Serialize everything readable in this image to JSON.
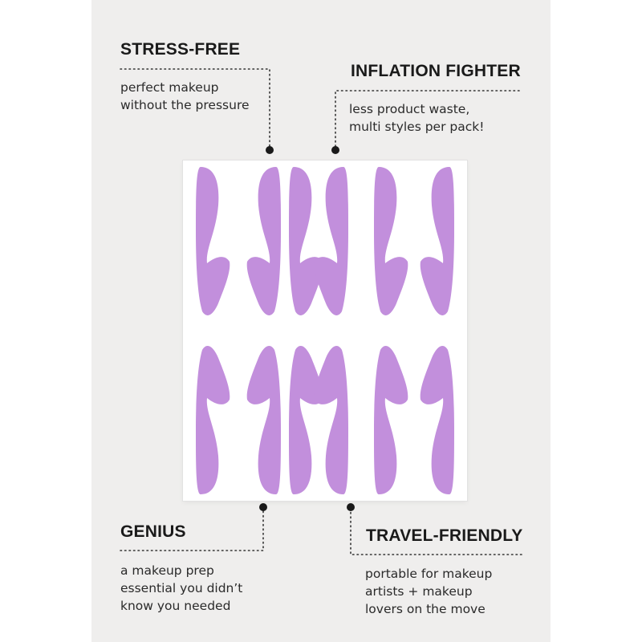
{
  "callouts": {
    "stress_free": {
      "title": "STRESS-FREE",
      "lines": [
        "perfect makeup",
        "without the pressure"
      ]
    },
    "inflation_fighter": {
      "title": "INFLATION FIGHTER",
      "lines": [
        "less product waste,",
        "multi styles per pack!"
      ]
    },
    "genius": {
      "title": "GENIUS",
      "lines": [
        "a makeup prep",
        "essential you didn’t",
        "know you needed"
      ]
    },
    "travel_friendly": {
      "title": "TRAVEL-FRIENDLY",
      "lines": [
        "portable for makeup",
        "artists + makeup",
        "lovers on the move"
      ]
    }
  },
  "colors": {
    "background": "#efeeed",
    "text": "#1e1e1e",
    "stencil": "#c28fdc",
    "sheet": "#ffffff"
  }
}
